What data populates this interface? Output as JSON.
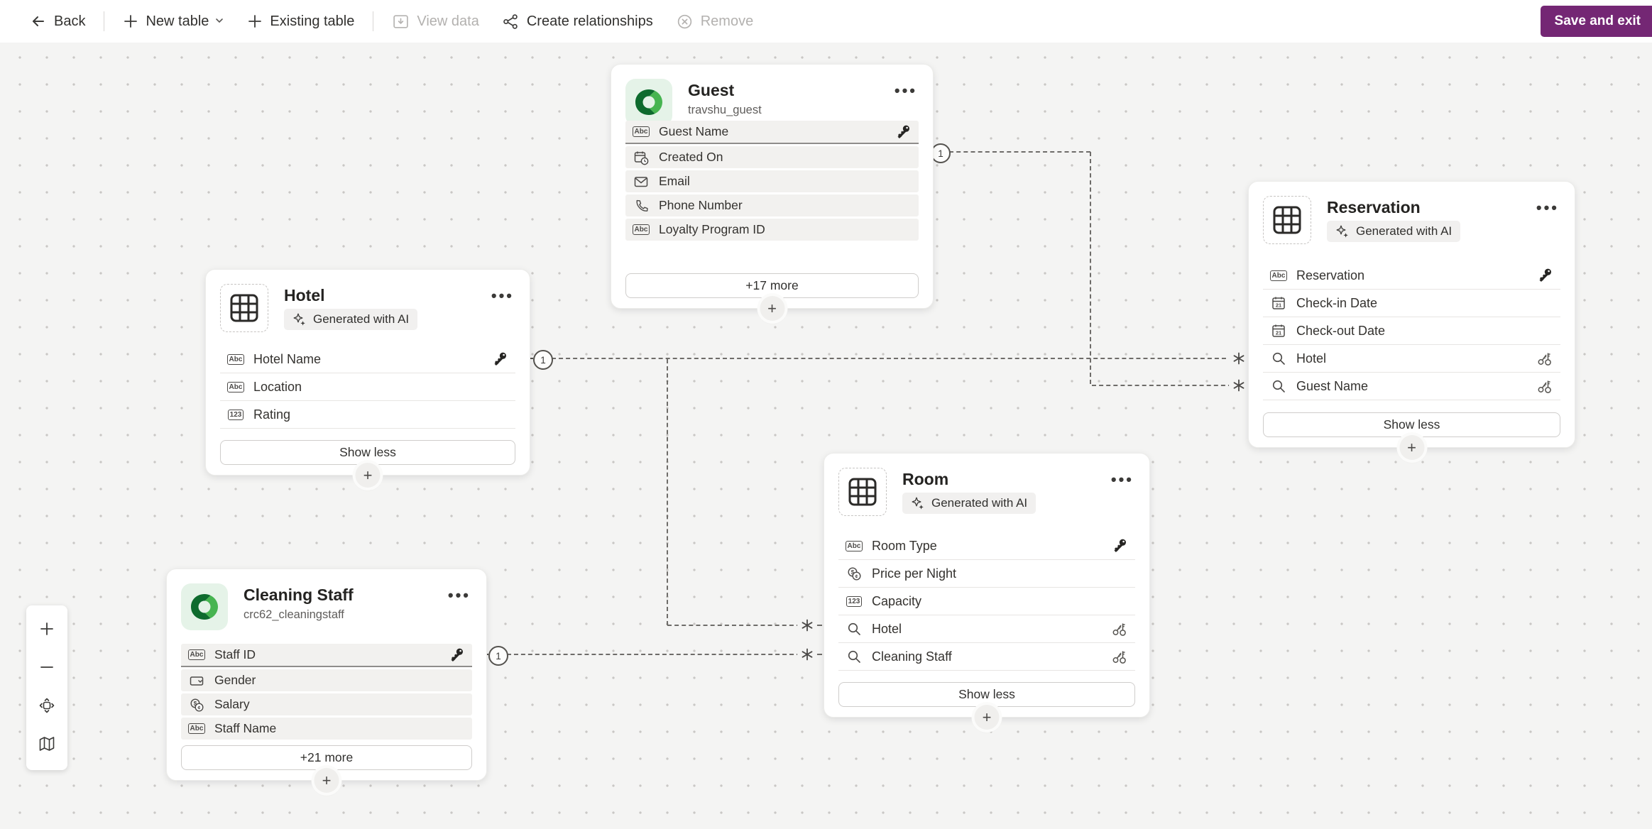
{
  "toolbar": {
    "back_label": "Back",
    "new_table_label": "New table",
    "existing_table_label": "Existing table",
    "view_data_label": "View data",
    "create_relationships_label": "Create relationships",
    "remove_label": "Remove",
    "save_and_exit_label": "Save and exit",
    "accent_color": "#742774"
  },
  "canvas": {
    "tables": [
      {
        "id": "guest",
        "title": "Guest",
        "subtitle": "travshu_guest",
        "icon": "dataverse-icon",
        "menu_icon": "more-menu-icon",
        "fields": [
          {
            "label": "Guest Name",
            "icon": "text-icon",
            "trailing": "key-icon",
            "key": true
          },
          {
            "label": "Created On",
            "icon": "calendar-clock-icon"
          },
          {
            "label": "Email",
            "icon": "email-icon"
          },
          {
            "label": "Phone Number",
            "icon": "phone-icon"
          },
          {
            "label": "Loyalty Program ID",
            "icon": "text-icon"
          }
        ],
        "footer_button": "+17 more"
      },
      {
        "id": "hotel",
        "title": "Hotel",
        "badge": "Generated with AI",
        "badge_icon": "ai-sparkle-icon",
        "icon": "table-grid-icon",
        "menu_icon": "more-menu-icon",
        "fields": [
          {
            "label": "Hotel Name",
            "icon": "text-icon",
            "trailing": "key-icon",
            "key": true
          },
          {
            "label": "Location",
            "icon": "text-icon"
          },
          {
            "label": "Rating",
            "icon": "number-icon"
          }
        ],
        "footer_button": "Show less"
      },
      {
        "id": "reservation",
        "title": "Reservation",
        "badge": "Generated with AI",
        "badge_icon": "ai-sparkle-icon",
        "icon": "table-grid-icon",
        "menu_icon": "more-menu-icon",
        "fields": [
          {
            "label": "Reservation",
            "icon": "text-icon",
            "trailing": "key-icon",
            "key": true
          },
          {
            "label": "Check-in Date",
            "icon": "date-icon"
          },
          {
            "label": "Check-out Date",
            "icon": "date-icon"
          },
          {
            "label": "Hotel",
            "icon": "lookup-icon",
            "trailing": "double-key-icon"
          },
          {
            "label": "Guest Name",
            "icon": "lookup-icon",
            "trailing": "double-key-icon"
          }
        ],
        "footer_button": "Show less"
      },
      {
        "id": "room",
        "title": "Room",
        "badge": "Generated with AI",
        "badge_icon": "ai-sparkle-icon",
        "icon": "table-grid-icon",
        "menu_icon": "more-menu-icon",
        "fields": [
          {
            "label": "Room Type",
            "icon": "text-icon",
            "trailing": "key-icon",
            "key": true
          },
          {
            "label": "Price per Night",
            "icon": "currency-icon"
          },
          {
            "label": "Capacity",
            "icon": "number-icon"
          },
          {
            "label": "Hotel",
            "icon": "lookup-icon",
            "trailing": "double-key-icon"
          },
          {
            "label": "Cleaning Staff",
            "icon": "lookup-icon",
            "trailing": "double-key-icon"
          }
        ],
        "footer_button": "Show less"
      },
      {
        "id": "cleaning",
        "title": "Cleaning Staff",
        "subtitle": "crc62_cleaningstaff",
        "icon": "dataverse-icon",
        "menu_icon": "more-menu-icon",
        "fields": [
          {
            "label": "Staff ID",
            "icon": "text-icon",
            "trailing": "key-icon",
            "key": true
          },
          {
            "label": "Gender",
            "icon": "choice-icon"
          },
          {
            "label": "Salary",
            "icon": "currency-icon"
          },
          {
            "label": "Staff Name",
            "icon": "text-icon"
          }
        ],
        "footer_button": "+21 more"
      }
    ],
    "relationships": [
      {
        "id": "guest-reservation",
        "label": "1",
        "from": "Guest.Guest Name",
        "to": "Reservation.Guest Name"
      },
      {
        "id": "hotel-reservation",
        "label": "1",
        "from": "Hotel.Hotel Name",
        "to": "Reservation.Hotel"
      },
      {
        "id": "hotel-room",
        "label": "",
        "from": "Hotel.Hotel Name",
        "to": "Room.Hotel"
      },
      {
        "id": "cleaning-room",
        "label": "1",
        "from": "Cleaning Staff.Staff ID",
        "to": "Room.Cleaning Staff"
      }
    ],
    "colors": {
      "dataverse_green_dark": "#0e6b2e",
      "dataverse_green_light": "#46b450",
      "dataverse_tile_bg": "#e5f3e8",
      "canvas_bg": "#f4f4f3"
    }
  },
  "zoom_controls": {
    "zoom_in": "zoom-in-icon",
    "zoom_out": "zoom-out-icon",
    "fit_view": "fit-view-icon",
    "map": "map-icon"
  }
}
